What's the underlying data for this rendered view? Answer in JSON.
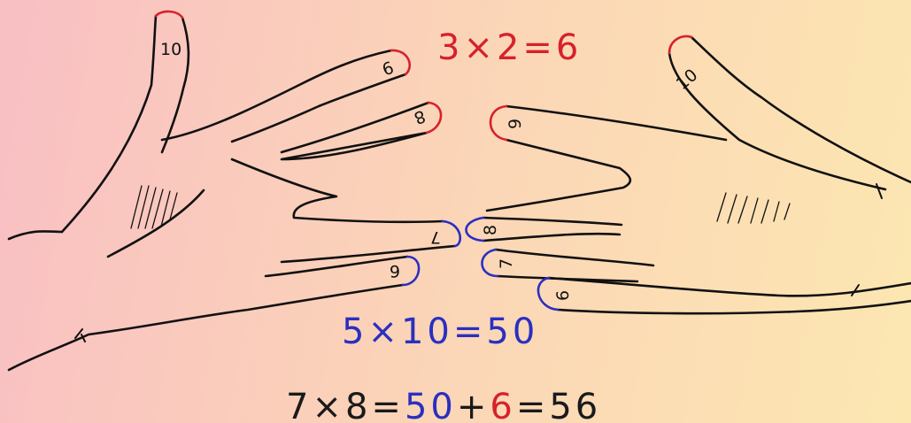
{
  "colors": {
    "outline": "#111111",
    "tens_fingers": "#2b2fc0",
    "units_fingers": "#d5222b",
    "equation_top": "#d5222b",
    "equation_middle": "#2b2fc0",
    "equation_bottom": "#1a1a1a"
  },
  "equations": {
    "top": {
      "text": "3×2=6"
    },
    "middle": {
      "text": "5×10=50"
    },
    "bottom": {
      "lhs": "7×8=",
      "tens_part": "50",
      "plus": "+",
      "units_part": "6",
      "result": "=56"
    }
  },
  "left_hand": {
    "thumb": "10",
    "fingers": [
      "9",
      "8",
      "7",
      "6"
    ]
  },
  "right_hand": {
    "thumb": "10",
    "fingers": [
      "9",
      "8",
      "7",
      "6"
    ]
  }
}
